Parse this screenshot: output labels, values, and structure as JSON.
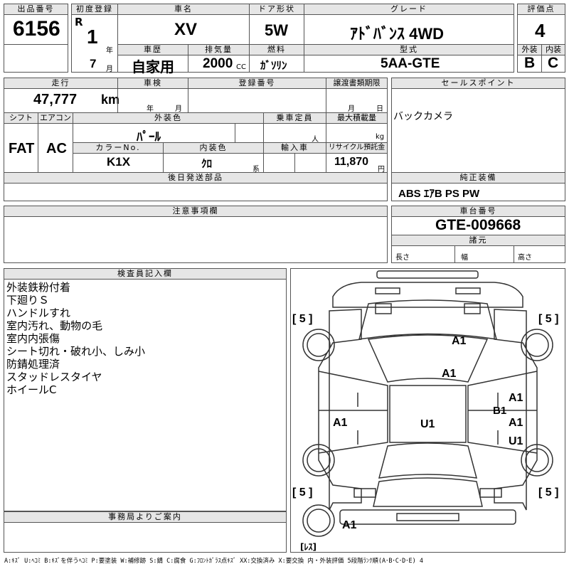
{
  "labels": {
    "lot_no": "出品番号",
    "first_reg": "初度登録",
    "car_name": "車名",
    "door": "ドア形状",
    "grade": "グレード",
    "score": "評価点",
    "history": "車歴",
    "displacement": "排気量",
    "fuel": "燃料",
    "model": "型式",
    "exterior": "外装",
    "interior": "内装",
    "mileage": "走行",
    "inspection": "車検",
    "reg_no": "登録番号",
    "transfer_deadline": "譲渡書類期限",
    "sales_point": "セールスポイント",
    "shift": "シフト",
    "aircon": "エアコン",
    "ext_color": "外装色",
    "capacity": "乗車定員",
    "max_load": "最大積載量",
    "color_no": "カラーNo.",
    "int_color": "内装色",
    "import": "輸入車",
    "recycle": "リサイクル預託金",
    "later_parts": "後日発送部品",
    "genuine_equipment": "純正装備",
    "notes": "注意事項欄",
    "chassis_no": "車台番号",
    "specs": "諸元",
    "length": "長さ",
    "width": "幅",
    "height": "高さ",
    "inspector": "検査員記入欄",
    "office": "事務局よりご案内",
    "era": "R",
    "year": "年",
    "month": "月",
    "day": "日",
    "cc": "CC",
    "km": "km",
    "persons": "人",
    "kg": "kg",
    "kei": "系",
    "yen": "円"
  },
  "values": {
    "lot_no": "6156",
    "reg_year": "1",
    "reg_month": "7",
    "car_name": "XV",
    "door": "5W",
    "grade": "ｱﾄﾞﾊﾞﾝｽ 4WD",
    "score": "4",
    "history": "自家用",
    "displacement": "2000",
    "fuel": "ｶﾞｿﾘﾝ",
    "model": "5AA-GTE",
    "exterior_grade": "B",
    "interior_grade": "C",
    "mileage": "47,777",
    "shift": "FAT",
    "aircon": "AC",
    "ext_color": "ﾊﾟｰﾙ",
    "color_no": "K1X",
    "int_color": "ｸﾛ",
    "recycle": "11,870",
    "sales_point": "バックカメラ",
    "genuine_equipment": "ABS ｴｱB PS PW",
    "chassis_no": "GTE-009668"
  },
  "inspector_notes": [
    "外装鉄粉付着",
    "下廻りＳ",
    "ハンドルすれ",
    "室内汚れ、動物の毛",
    "室内内張傷",
    "シート切れ・破れ小、しみ小",
    "防錆処理済",
    "スタッドレスタイヤ",
    "ホイールC"
  ],
  "tires": {
    "fl": "[ 5 ]",
    "fr": "[ 5 ]",
    "rl": "[ 5 ]",
    "rr": "[ 5 ]",
    "spare": "[ﾚｽ]"
  },
  "damage_marks": {
    "hood": "A1",
    "windshield": "A1",
    "right_front_door": "A1",
    "right_front_door_b": "B1",
    "left_side": "A1",
    "roof": "U1",
    "right_rear_door": "A1",
    "right_rear_u": "U1",
    "rear_bumper": "A1"
  },
  "legend": "A:ｷｽﾞ U:ﾍｺﾐ B:ｷｽﾞを伴うﾍｺﾐ P:要塗装 W:補修跡 S:錆 C:腐食 G:ﾌﾛﾝﾄｶﾞﾗｽ点ｷｽﾞ XX:交換済み X:要交換  内・外装評価 5段階ﾗﾝｸ順(A･B･C･D･E) 4"
}
